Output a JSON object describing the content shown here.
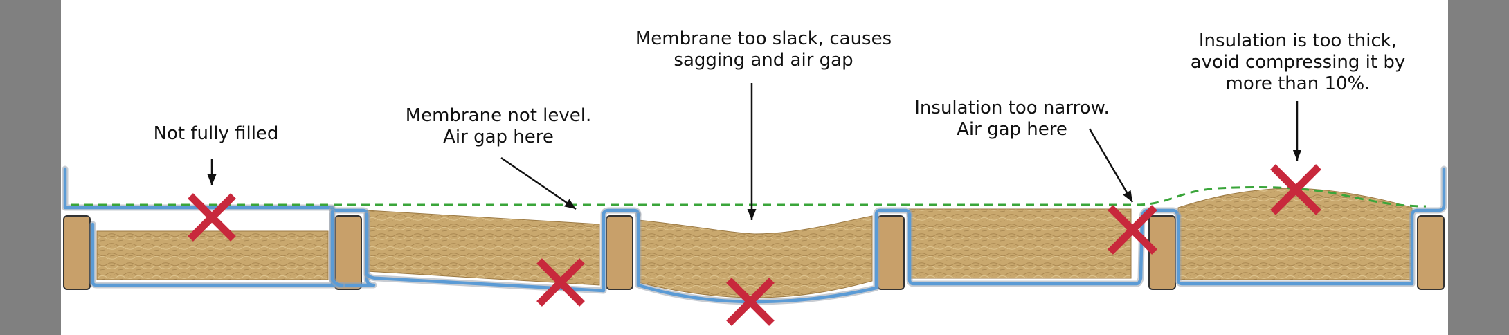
{
  "callouts": [
    {
      "id": "not-fully-filled",
      "lines": [
        "Not fully filled"
      ]
    },
    {
      "id": "membrane-not-level",
      "lines": [
        "Membrane not level.",
        "Air gap here"
      ]
    },
    {
      "id": "membrane-too-slack",
      "lines": [
        "Membrane too slack, causes",
        "sagging and air gap"
      ]
    },
    {
      "id": "insulation-too-narrow",
      "lines": [
        "Insulation too narrow.",
        "Air gap here"
      ]
    },
    {
      "id": "insulation-too-thick",
      "lines": [
        "Insulation is too thick,",
        "avoid compressing it by",
        "more than 10%."
      ]
    }
  ],
  "colors": {
    "background_margin": "#808080",
    "panel": "#ffffff",
    "membrane": "#5b9bd5",
    "membrane_shadow": "#9aa3ad",
    "target_line": "#3aa53a",
    "joist_fill": "#c8a06a",
    "joist_stroke": "#333333",
    "insulation": "#c9a86e",
    "insulation_dark": "#9c7a44",
    "cross_mark": "#c8283c",
    "arrow": "#111111",
    "text": "#111111"
  },
  "icons": {
    "error_mark": "red-cross-icon",
    "pointer": "arrow-icon"
  }
}
